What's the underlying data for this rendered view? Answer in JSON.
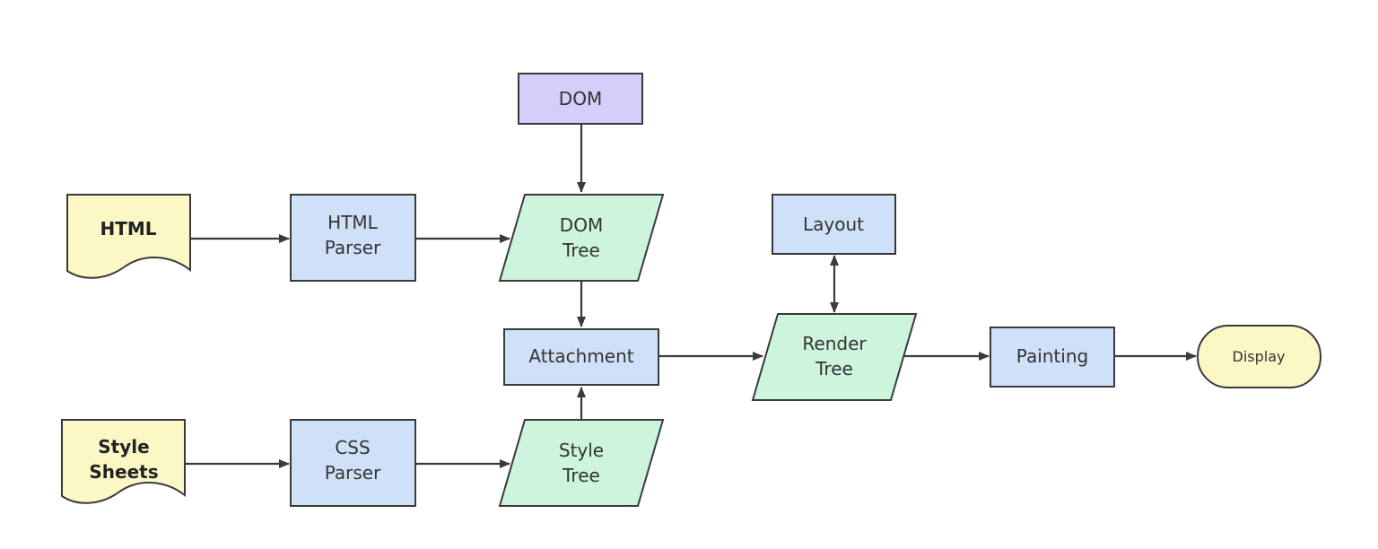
{
  "nodes": {
    "html": {
      "lines": [
        "HTML"
      ]
    },
    "style_sheets": {
      "lines": [
        "Style",
        "Sheets"
      ]
    },
    "html_parser": {
      "lines": [
        "HTML",
        "Parser"
      ]
    },
    "css_parser": {
      "lines": [
        "CSS",
        "Parser"
      ]
    },
    "dom": {
      "lines": [
        "DOM"
      ]
    },
    "dom_tree": {
      "lines": [
        "DOM",
        "Tree"
      ]
    },
    "style_tree": {
      "lines": [
        "Style",
        "Tree"
      ]
    },
    "attachment": {
      "lines": [
        "Attachment"
      ]
    },
    "layout": {
      "lines": [
        "Layout"
      ]
    },
    "render_tree": {
      "lines": [
        "Render",
        "Tree"
      ]
    },
    "painting": {
      "lines": [
        "Painting"
      ]
    },
    "display": {
      "lines": [
        "Display"
      ]
    }
  },
  "colors": {
    "document_fill": "#fbf8c6",
    "process_fill": "#cfe1f8",
    "data_fill": "#cdf5dd",
    "dom_fill": "#d3cefa",
    "terminal_fill": "#fbf8c6",
    "stroke": "#3a3a3a"
  },
  "edges": [
    {
      "from": "html",
      "to": "html_parser"
    },
    {
      "from": "html_parser",
      "to": "dom_tree"
    },
    {
      "from": "dom",
      "to": "dom_tree"
    },
    {
      "from": "dom_tree",
      "to": "attachment"
    },
    {
      "from": "style_sheets",
      "to": "css_parser"
    },
    {
      "from": "css_parser",
      "to": "style_tree"
    },
    {
      "from": "style_tree",
      "to": "attachment"
    },
    {
      "from": "attachment",
      "to": "render_tree"
    },
    {
      "from": "layout",
      "to": "render_tree",
      "bidirectional": true
    },
    {
      "from": "render_tree",
      "to": "painting"
    },
    {
      "from": "painting",
      "to": "display"
    }
  ]
}
